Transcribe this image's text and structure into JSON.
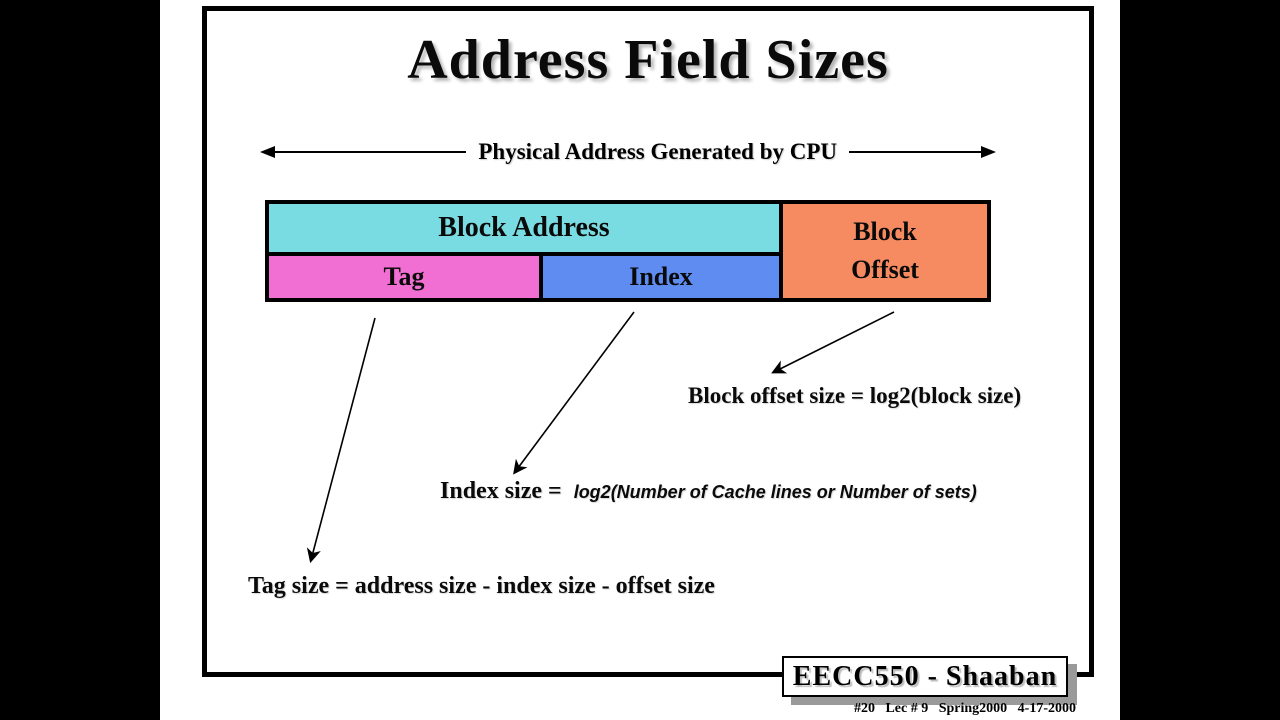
{
  "slide": {
    "title": "Address Field Sizes",
    "cpu_arrow_label": "Physical Address Generated by CPU",
    "diagram": {
      "block_address_label": "Block Address",
      "tag_label": "Tag",
      "index_label": "Index",
      "block_offset_line1": "Block",
      "block_offset_line2": "Offset",
      "colors": {
        "block_address": "#7adce3",
        "tag": "#f16fd3",
        "index": "#5e8cf0",
        "block_offset": "#f68a61"
      }
    },
    "annotations": {
      "offset_formula": "Block offset size = log2(block size)",
      "index_formula_prefix": "Index size =",
      "index_formula_value": "log2(Number of Cache lines or Number of sets)",
      "tag_formula": "Tag size = address size - index size - offset size"
    },
    "footer": {
      "course_badge": "EECC550 - Shaaban",
      "lecture_info": "#20   Lec # 9   Spring2000   4-17-2000"
    }
  }
}
